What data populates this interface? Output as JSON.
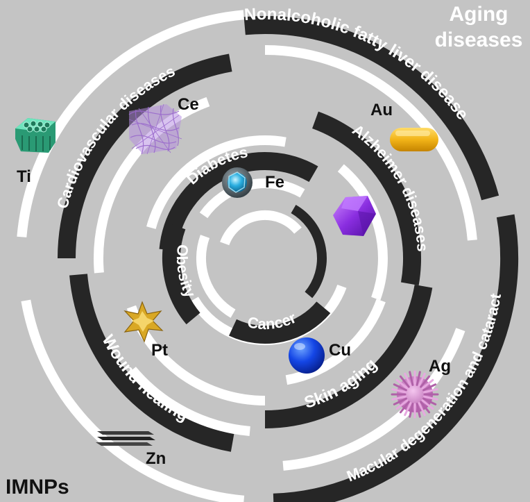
{
  "corner_title": {
    "line1": "Aging",
    "line2": "diseases"
  },
  "footer_label": "IMNPs",
  "diseases": {
    "nafld": "Nonalcoholic fatty liver disease",
    "macular": "Macular degeneration and cataract",
    "cardio": "Cardiovascular diseases",
    "wound": "Wound healing",
    "alzheimer": "Alzheimer diseases",
    "skin": "Skin aging",
    "diabetes": "Diabetes",
    "obesity": "Obesity",
    "cancer": "Cancer"
  },
  "nanoparticles": {
    "ti": "Ti",
    "ce": "Ce",
    "au": "Au",
    "fe": "Fe",
    "pt": "Pt",
    "cu": "Cu",
    "ag": "Ag",
    "zn": "Zn"
  },
  "colors": {
    "background": "#c4c4c4",
    "ring_dark": "#262626",
    "ring_light": "#ffffff",
    "corner_title": "#ffffff",
    "ti": "#39c89a",
    "ce": "#9a6acd",
    "au": "#f2b418",
    "fe": "#2aaee0",
    "alz_icon": "#8a2ee0",
    "pt": "#d9a825",
    "cu": "#1446e6",
    "ag": "#cc7fc6",
    "zn": "#333333"
  }
}
